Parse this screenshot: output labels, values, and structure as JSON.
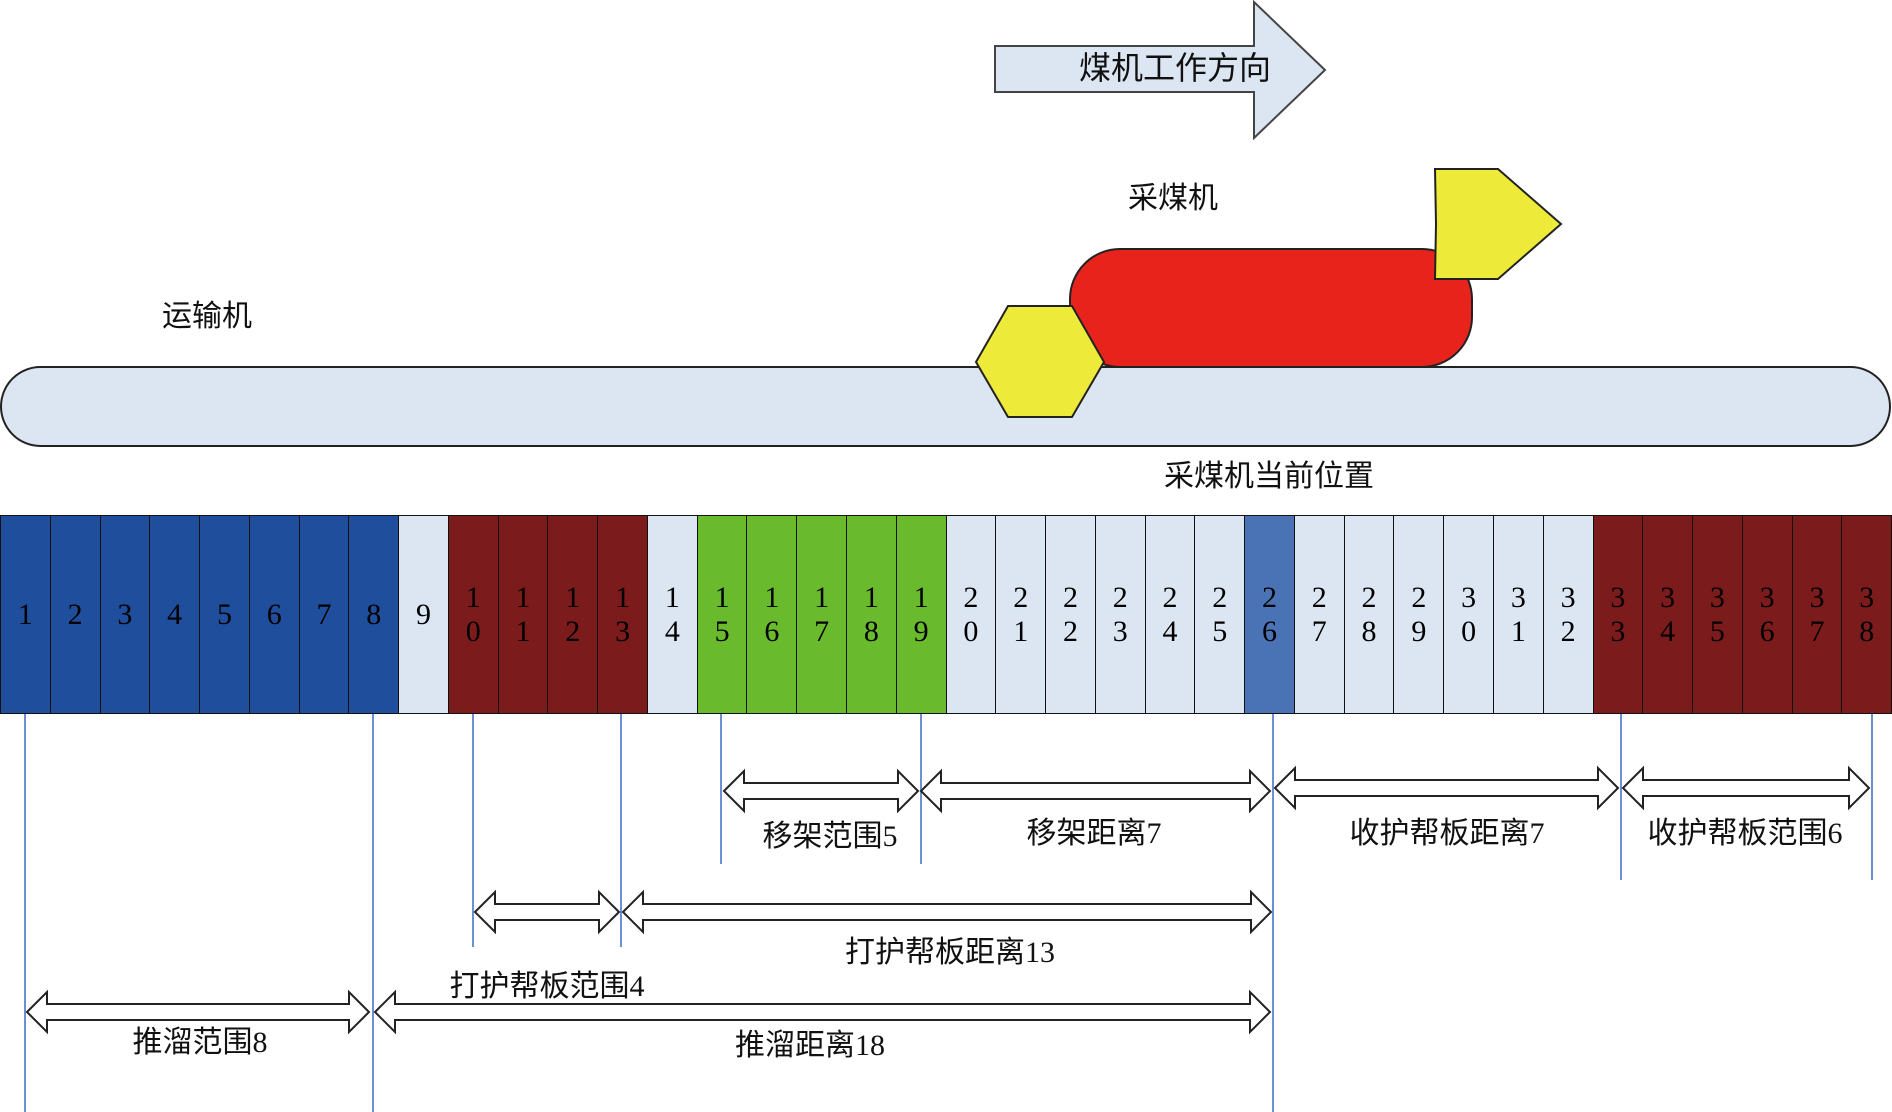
{
  "labels": {
    "direction": "煤机工作方向",
    "shearer": "采煤机",
    "conveyor": "运输机",
    "shearer_position": "采煤机当前位置"
  },
  "colors": {
    "arrow_fill": "#dce6f2",
    "conveyor_fill": "#dce6f2",
    "shearer_body": "#e8231c",
    "drum": "#eeea3a",
    "pushing": "#1f4e9d",
    "idle": "#dce6f2",
    "guard_plate": "#7b1b1b",
    "moving": "#6aba2e",
    "shearer_support": "#4a73b5",
    "guide_line": "#3a6cc6"
  },
  "supports": [
    {
      "n": "1",
      "state": "pushing"
    },
    {
      "n": "2",
      "state": "pushing"
    },
    {
      "n": "3",
      "state": "pushing"
    },
    {
      "n": "4",
      "state": "pushing"
    },
    {
      "n": "5",
      "state": "pushing"
    },
    {
      "n": "6",
      "state": "pushing"
    },
    {
      "n": "7",
      "state": "pushing"
    },
    {
      "n": "8",
      "state": "pushing"
    },
    {
      "n": "9",
      "state": "idle"
    },
    {
      "n": "10",
      "state": "guard_plate"
    },
    {
      "n": "11",
      "state": "guard_plate"
    },
    {
      "n": "12",
      "state": "guard_plate"
    },
    {
      "n": "13",
      "state": "guard_plate"
    },
    {
      "n": "14",
      "state": "idle"
    },
    {
      "n": "15",
      "state": "moving"
    },
    {
      "n": "16",
      "state": "moving"
    },
    {
      "n": "17",
      "state": "moving"
    },
    {
      "n": "18",
      "state": "moving"
    },
    {
      "n": "19",
      "state": "moving"
    },
    {
      "n": "20",
      "state": "idle"
    },
    {
      "n": "21",
      "state": "idle"
    },
    {
      "n": "22",
      "state": "idle"
    },
    {
      "n": "23",
      "state": "idle"
    },
    {
      "n": "24",
      "state": "idle"
    },
    {
      "n": "25",
      "state": "idle"
    },
    {
      "n": "26",
      "state": "shearer_support"
    },
    {
      "n": "27",
      "state": "idle"
    },
    {
      "n": "28",
      "state": "idle"
    },
    {
      "n": "29",
      "state": "idle"
    },
    {
      "n": "30",
      "state": "idle"
    },
    {
      "n": "31",
      "state": "idle"
    },
    {
      "n": "32",
      "state": "idle"
    },
    {
      "n": "33",
      "state": "guard_plate"
    },
    {
      "n": "34",
      "state": "guard_plate"
    },
    {
      "n": "35",
      "state": "guard_plate"
    },
    {
      "n": "36",
      "state": "guard_plate"
    },
    {
      "n": "37",
      "state": "guard_plate"
    },
    {
      "n": "38",
      "state": "guard_plate"
    }
  ],
  "ranges": {
    "move_range": "移架范围5",
    "move_distance": "移架距离7",
    "retract_distance": "收护帮板距离7",
    "retract_range": "收护帮板范围6",
    "extend_range": "打护帮板范围4",
    "extend_distance": "打护帮板距离13",
    "push_range": "推溜范围8",
    "push_distance": "推溜距离18"
  }
}
